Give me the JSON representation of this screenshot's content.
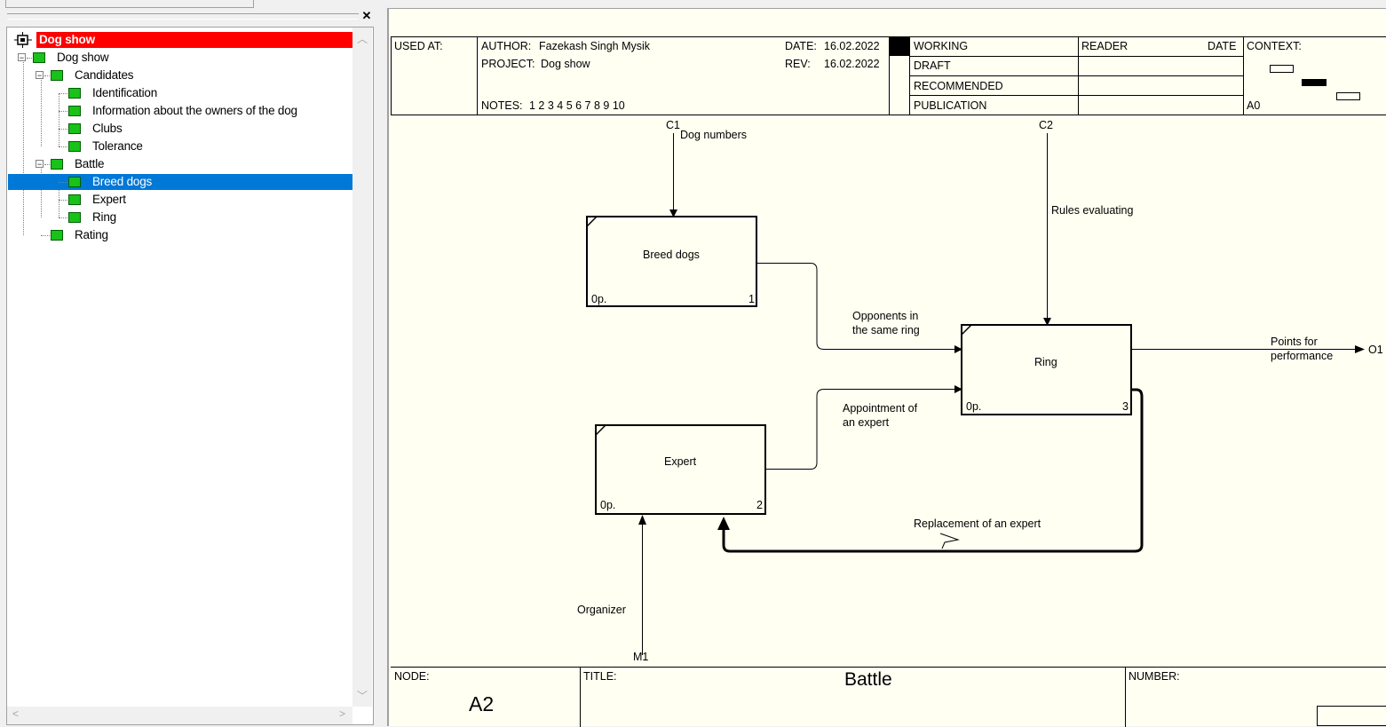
{
  "tree": {
    "root": {
      "label": "Dog show",
      "root_color": "#ff0000"
    },
    "items": [
      {
        "label": "Dog show"
      },
      {
        "label": "Candidates"
      },
      {
        "label": "Identification"
      },
      {
        "label": "Information about  the owners of the dog"
      },
      {
        "label": "Clubs"
      },
      {
        "label": "Tolerance"
      },
      {
        "label": "Battle"
      },
      {
        "label": "Breed dogs",
        "selected": true
      },
      {
        "label": "Expert"
      },
      {
        "label": "Ring"
      },
      {
        "label": "Rating"
      }
    ],
    "selected_color": "#0078d7"
  },
  "header": {
    "used_at": "USED AT:",
    "author_label": "AUTHOR:",
    "author": "Fazekash Singh Mysik",
    "project_label": "PROJECT:",
    "project": "Dog show",
    "date_label": "DATE:",
    "date": "16.02.2022",
    "rev_label": "REV:",
    "rev": "16.02.2022",
    "notes_label": "NOTES:",
    "notes": "1  2  3  4  5  6  7  8  9  10",
    "working": "WORKING",
    "draft": "DRAFT",
    "recommended": "RECOMMENDED",
    "publication": "PUBLICATION",
    "reader": "READER",
    "reader_date": "DATE",
    "context": "CONTEXT:",
    "context_node": "A0"
  },
  "diagram": {
    "boxes": [
      {
        "name": "Breed dogs",
        "cost": "0p.",
        "number": "1"
      },
      {
        "name": "Expert",
        "cost": "0p.",
        "number": "2"
      },
      {
        "name": "Ring",
        "cost": "0p.",
        "number": "3"
      }
    ],
    "arrows": {
      "c1_code": "C1",
      "c1_label": "Dog numbers",
      "c2_code": "C2",
      "c2_label": "Rules evaluating",
      "m1_code": "M1",
      "m1_label": "Organizer",
      "o1_code": "O1",
      "o1_label_1": "Points for",
      "o1_label_2": "performance",
      "opp_1": "Opponents in",
      "opp_2": "the same ring",
      "appt_1": "Appointment of",
      "appt_2": "an expert",
      "replacement": "Replacement of an expert"
    }
  },
  "footer": {
    "node_label": "NODE:",
    "node": "A2",
    "title_label": "TITLE:",
    "title": "Battle",
    "number_label": "NUMBER:"
  }
}
